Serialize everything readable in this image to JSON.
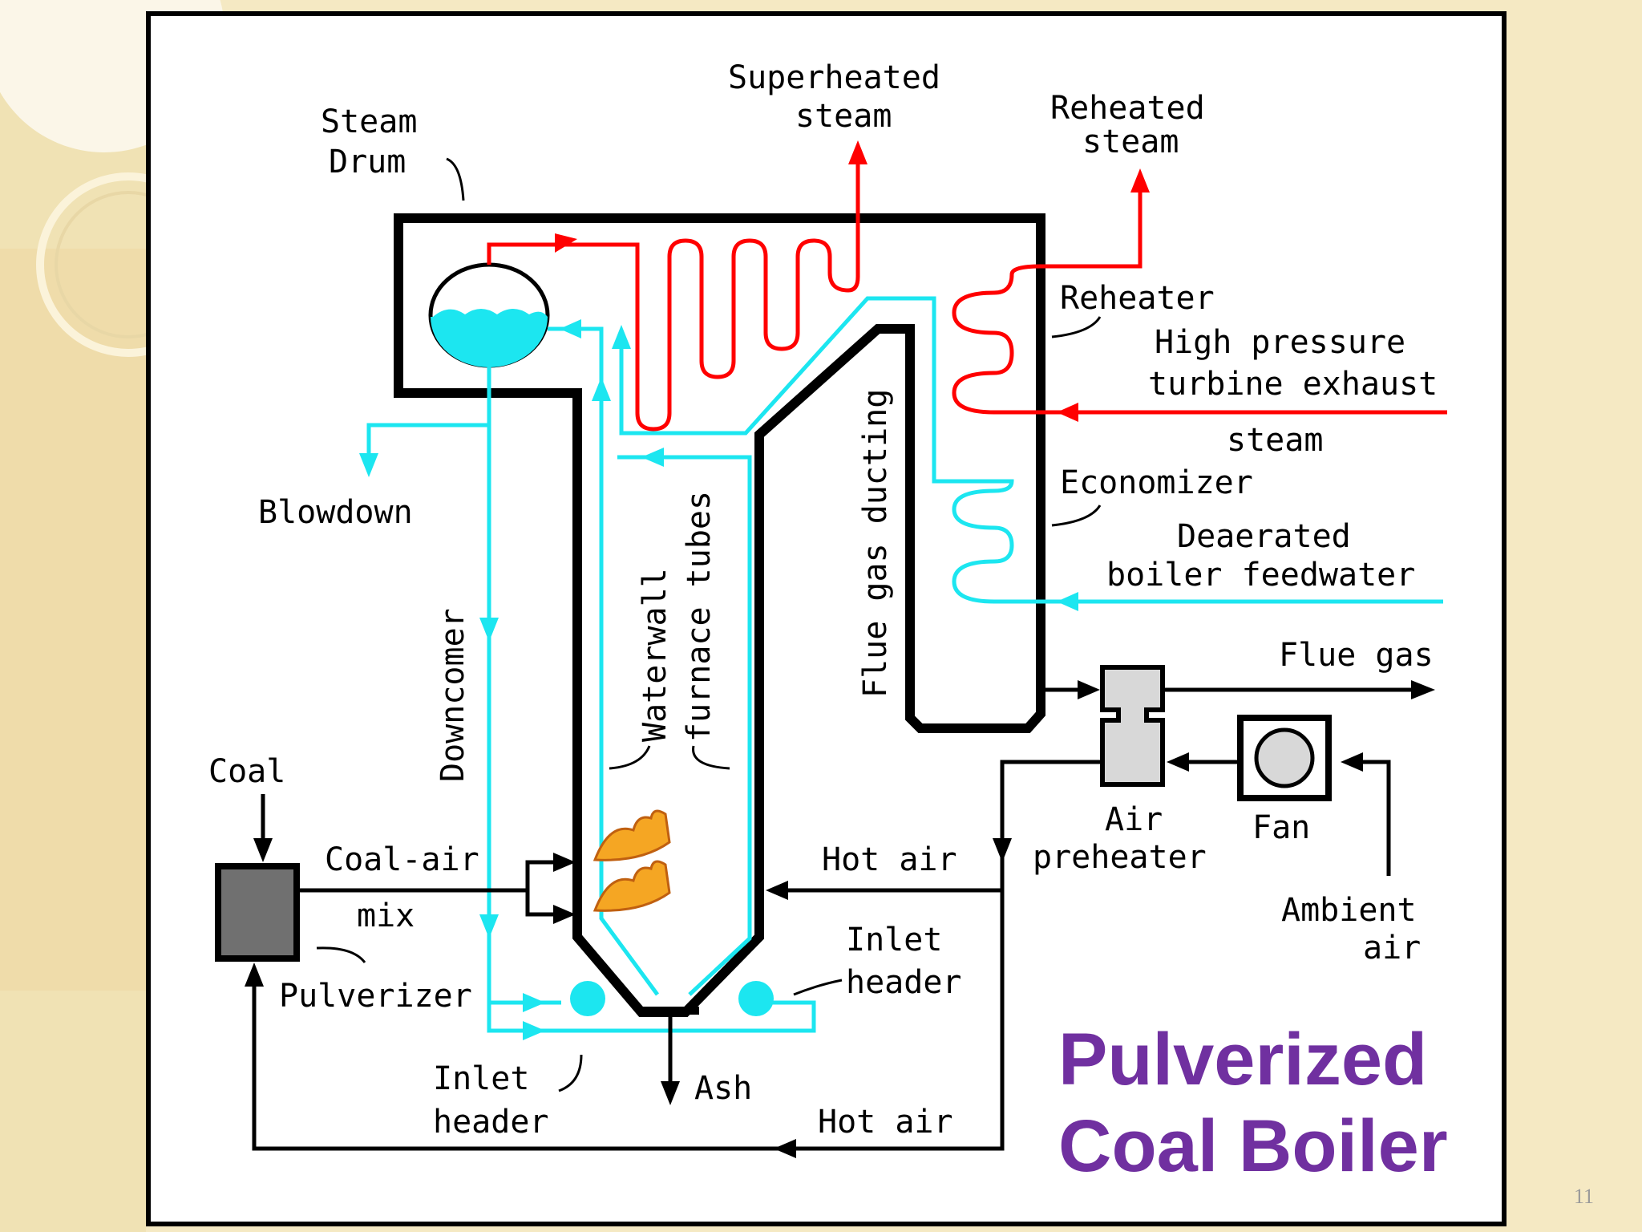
{
  "title": {
    "line1": "Pulverized",
    "line2": "Coal Boiler"
  },
  "page_number": "11",
  "labels": {
    "steam_drum_1": "Steam",
    "steam_drum_2": "Drum",
    "superheated_1": "Superheated",
    "superheated_2": "steam",
    "reheated_1": "Reheated",
    "reheated_2": "steam",
    "reheater": "Reheater",
    "hp_exhaust_1": "High pressure",
    "hp_exhaust_2": "turbine exhaust",
    "hp_exhaust_3": "steam",
    "economizer": "Economizer",
    "feedwater_1": "Deaerated",
    "feedwater_2": "boiler feedwater",
    "flue_gas": "Flue gas",
    "flue_gas_ducting": "Flue gas ducting",
    "waterwall_1": "Waterwall",
    "waterwall_2": "furnace tubes",
    "downcomer": "Downcomer",
    "blowdown": "Blowdown",
    "coal": "Coal",
    "coal_air_1": "Coal-air",
    "coal_air_2": "mix",
    "pulverizer": "Pulverizer",
    "hot_air_upper": "Hot air",
    "hot_air_lower": "Hot air",
    "inlet_header_right_1": "Inlet",
    "inlet_header_right_2": "header",
    "inlet_header_left_1": "Inlet",
    "inlet_header_left_2": "header",
    "ash": "Ash",
    "air_preheater_1": "Air",
    "air_preheater_2": "preheater",
    "fan": "Fan",
    "ambient_air_1": "Ambient",
    "ambient_air_2": "air"
  },
  "colors": {
    "steam_lines": "#ff0000",
    "water_lines": "#1ce6f0",
    "title": "#7030a0",
    "flame": "#f5a623",
    "background": "#f5e9c3"
  }
}
